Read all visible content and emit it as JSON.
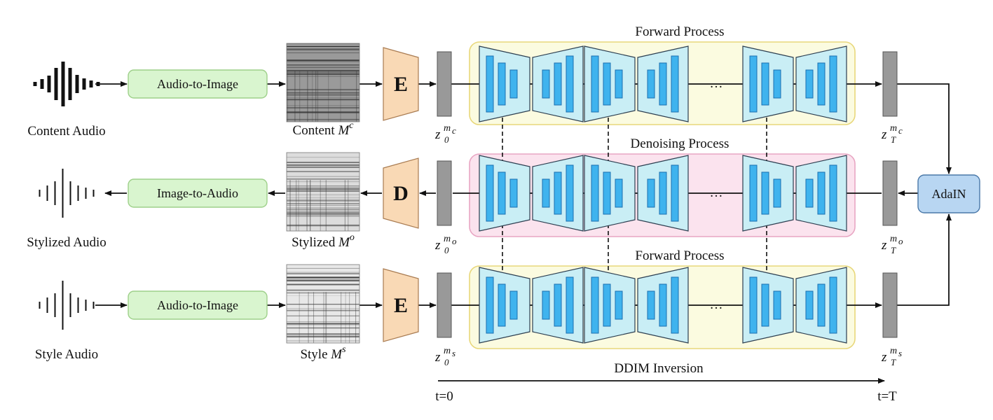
{
  "rows": [
    {
      "id": "content",
      "audio_label": "Content Audio",
      "audio_glyph": "dense-waveform-icon",
      "converter_label": "Audio-to-Image",
      "mel_label": "Content",
      "mel_sym": "M",
      "mel_sup": "c",
      "coder_letter": "E",
      "z_left": {
        "main": "z",
        "sup": "m",
        "sup_sub": "c",
        "sub": "0"
      },
      "z_right": {
        "main": "z",
        "sup": "m",
        "sup_sub": "c",
        "sub": "T"
      },
      "process_title": "Forward Process",
      "ellipsis": "…"
    },
    {
      "id": "stylized",
      "audio_label": "Stylized Audio",
      "audio_glyph": "sparse-waveform-icon",
      "converter_label": "Image-to-Audio",
      "mel_label": "Stylized",
      "mel_sym": "M",
      "mel_sup": "o",
      "coder_letter": "D",
      "z_left": {
        "main": "z",
        "sup": "m",
        "sup_sub": "o",
        "sub": "0"
      },
      "z_right": {
        "main": "z",
        "sup": "m",
        "sup_sub": "o",
        "sub": "T"
      },
      "process_title": "Denoising Process",
      "ellipsis": "…"
    },
    {
      "id": "style",
      "audio_label": "Style Audio",
      "audio_glyph": "sparse-waveform-icon",
      "converter_label": "Audio-to-Image",
      "mel_label": "Style",
      "mel_sym": "M",
      "mel_sup": "s",
      "coder_letter": "E",
      "z_left": {
        "main": "z",
        "sup": "m",
        "sup_sub": "s",
        "sub": "0"
      },
      "z_right": {
        "main": "z",
        "sup": "m",
        "sup_sub": "s",
        "sub": "T"
      },
      "process_title": "Forward Process",
      "ellipsis": "…"
    }
  ],
  "adain_label": "AdaIN",
  "timeline": {
    "label": "DDIM Inversion",
    "start": "t=0",
    "end": "t=T"
  },
  "colors": {
    "converter_fill": "#d9f5cf",
    "converter_stroke": "#9ed08a",
    "coder_fill": "#f9d9b5",
    "coder_stroke": "#a97c52",
    "latent_fill": "#999999",
    "latent_stroke": "#555555",
    "forward_bg": "#fbfbe0",
    "forward_stroke": "#e8d77a",
    "denoise_bg": "#fbe3ee",
    "denoise_stroke": "#e8a6c3",
    "unet_fill": "#c9eef5",
    "unet_stroke": "#2c3e50",
    "bar_fill": "#3fb3ee",
    "bar_stroke": "#1a6fb0",
    "adain_fill": "#b8d6f2",
    "adain_stroke": "#4a78a8"
  }
}
